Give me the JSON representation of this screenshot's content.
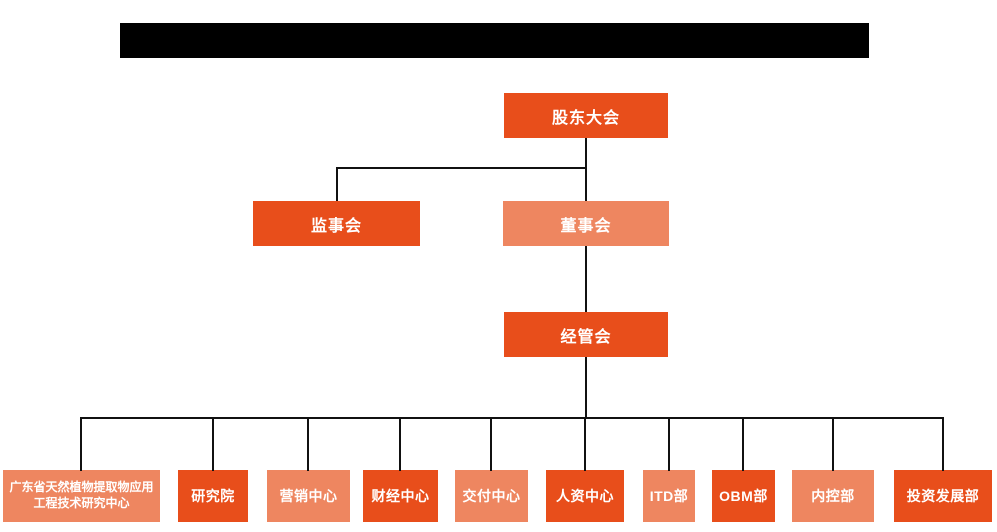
{
  "page": {
    "background": "#ffffff"
  },
  "banner": {
    "style": "blacked-out-title",
    "color": "#000000"
  },
  "colors": {
    "primary_orange": "#e84e1b",
    "light_orange": "#ee8660",
    "connector": "#111111",
    "node_text": "#ffffff",
    "banner": "#000000"
  },
  "org": {
    "shareholders": "股东大会",
    "supervisory": "监事会",
    "directors": "董事会",
    "management": "经管会",
    "departments": [
      "广东省天然植物提取物应用工程技术研究中心",
      "研究院",
      "营销中心",
      "财经中心",
      "交付中心",
      "人资中心",
      "ITD部",
      "OBM部",
      "内控部",
      "投资发展部"
    ]
  }
}
